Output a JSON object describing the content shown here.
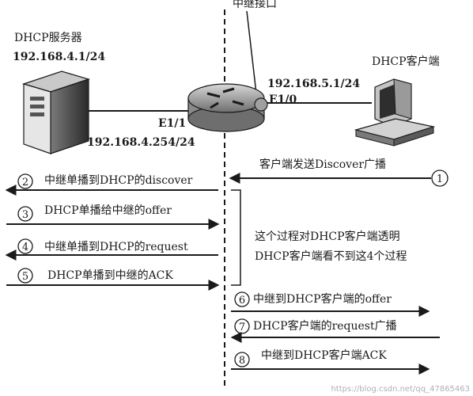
{
  "relay_interface_label": "中继接口",
  "server": {
    "title": "DHCP服务器",
    "ip": "192.168.4.1/24"
  },
  "client": {
    "title": "DHCP客户端"
  },
  "router": {
    "e10_ip": "192.168.5.1/24",
    "e10_name": "E1/0",
    "e11_name": "E1/1",
    "e11_ip": "192.168.4.254/24"
  },
  "steps": [
    {
      "num": "1",
      "text": "客户端发送Discover广播"
    },
    {
      "num": "2",
      "text": "中继单播到DHCP的discover"
    },
    {
      "num": "3",
      "text": "DHCP单播给中继的offer"
    },
    {
      "num": "4",
      "text": "中继单播到DHCP的request"
    },
    {
      "num": "5",
      "text": "DHCP单播到中继的ACK"
    },
    {
      "num": "6",
      "text": "中继到DHCP客户端的offer"
    },
    {
      "num": "7",
      "text": "DHCP客户端的request广播"
    },
    {
      "num": "8",
      "text": "中继到DHCP客户端ACK"
    }
  ],
  "note": {
    "line1": "这个过程对DHCP客户端透明",
    "line2": "DHCP客户端看不到这4个过程"
  },
  "watermark": "https://blog.csdn.net/qq_47865463",
  "colors": {
    "ink": "#1a1a1a",
    "server_body": "#3a3a3a",
    "router_body": "#9a9a9a"
  },
  "icons": [
    "server-tower-icon",
    "router-icon",
    "desktop-computer-icon"
  ]
}
